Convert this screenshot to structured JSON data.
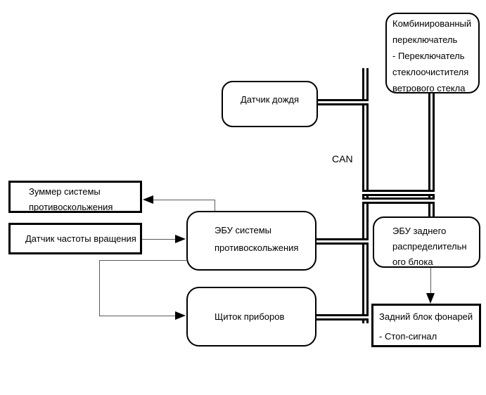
{
  "diagram": {
    "bus_label": "CAN",
    "nodes": {
      "combo_switch": "Комбинированный\nпереключатель\n- Переключатель\nстеклоочистителя\nветрового стекла",
      "rain_sensor": "Датчик дождя",
      "skid_buzzer": "Зуммер системы\nпротивоскольжения",
      "speed_sensor": "Датчик частоты вращения",
      "skid_ecu": "ЭБУ системы\nпротивоскольжения",
      "instrument_cluster": "Щиток приборов",
      "rear_junction_ecu": "ЭБУ заднего\nраспределительн\nого блока",
      "rear_lamp_unit": "Задний блок фонарей\n- Стоп-сигнал"
    },
    "colors": {
      "stroke": "#000000",
      "arrow_line": "#5a5a5a",
      "background": "#ffffff"
    }
  }
}
